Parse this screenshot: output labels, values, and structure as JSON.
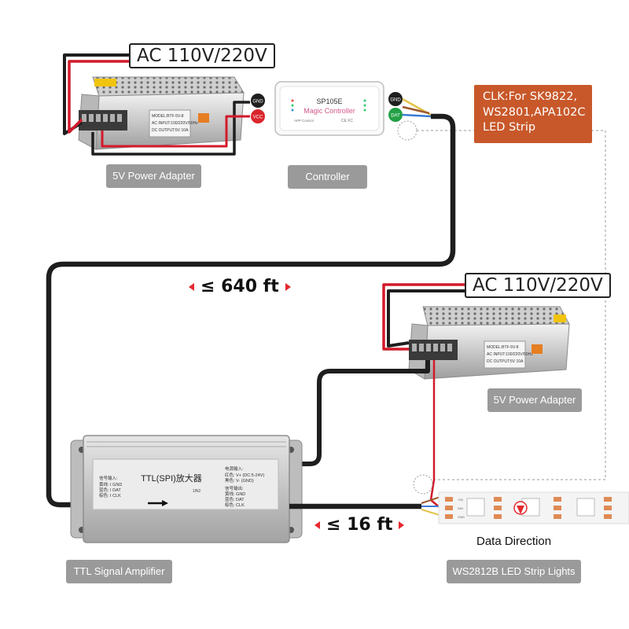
{
  "top_section": {
    "ac_label": "AC 110V/220V",
    "power_adapter_caption": "5V Power Adapter",
    "power_adapter_plate": [
      "MODEL:BTF-5V-8",
      "AC INPUT:100/220V/50Hz",
      "DC OUTPUT:5V 10A"
    ],
    "controller": {
      "model": "SP105E",
      "brand": "Magic Controller",
      "app_label": "APP Control",
      "cert": "CE FC",
      "caption": "Controller",
      "left_terminals": [
        "GND",
        "VCC"
      ],
      "right_terminals": [
        "GND",
        "DAT"
      ]
    },
    "clk_note": [
      "CLK:For SK9822,",
      "WS2801,APA102C",
      "LED Strip"
    ]
  },
  "bottom_section": {
    "ac_label": "AC 110V/220V",
    "power_adapter_caption": "5V Power Adapter",
    "power_adapter_plate": [
      "MODEL:BTF-5V-8",
      "AC INPUT:100/220V/50Hz",
      "DC OUTPUT:5V 10A"
    ],
    "amplifier": {
      "title": "TTL(SPI)放大器",
      "model_tag": "1IN2",
      "input_header": "信号输入:",
      "input_lines": [
        "黄线: I GND",
        "蓝色: I DAT",
        "棕色: I CLK"
      ],
      "power_header": "电源输入:",
      "power_lines": [
        "红色: V+ (DC:5-24V)",
        "黑色: V- (GND)"
      ],
      "output_header": "信号输出:",
      "output_lines": [
        "黄线: GND",
        "蓝色: DAT",
        "棕色: CLK"
      ],
      "caption": "TTL Signal Amplifier"
    },
    "strip": {
      "caption": "WS2812B LED Strip Lights",
      "data_direction": "Data Direction",
      "pad_labels": [
        "+5V",
        "DIN",
        "GND"
      ]
    }
  },
  "distances": {
    "controller_to_amplifier": "≤ 640 ft",
    "amplifier_to_strip": "≤ 16 ft"
  },
  "colors": {
    "wire_black": "#1e1e1e",
    "wire_red": "#d21a2a",
    "clk_box": "#c8582a",
    "caption_gray": "#9a9a9a",
    "gnd_terminal": "#1f1f1f",
    "vcc_terminal": "#d9262c",
    "dat_terminal": "#23a046",
    "arrow_red": "#e5282f",
    "strip_orange": "#e08a55"
  }
}
